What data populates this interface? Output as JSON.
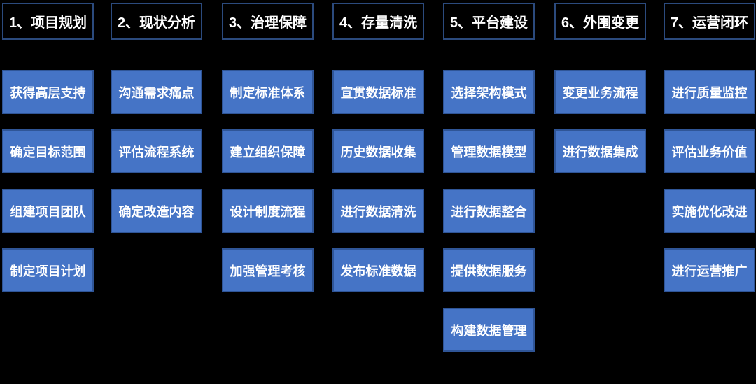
{
  "page": {
    "background": "#000000",
    "description": "Seven-phase data governance process diagram"
  },
  "colors": {
    "page_background": "#000000",
    "header_fill": "#000000",
    "header_border": "#2B4A7D",
    "item_fill": "#4574C6",
    "item_border": "#2F5597",
    "text_color": "#FFFFFF"
  },
  "columns": [
    {
      "header": "1、项目规划",
      "items": [
        "获得高层支持",
        "确定目标范围",
        "组建项目团队",
        "制定项目计划"
      ]
    },
    {
      "header": "2、现状分析",
      "items": [
        "沟通需求痛点",
        "评估流程系统",
        "确定改造内容"
      ]
    },
    {
      "header": "3、治理保障",
      "items": [
        "制定标准体系",
        "建立组织保障",
        "设计制度流程",
        "加强管理考核"
      ]
    },
    {
      "header": "4、存量清洗",
      "items": [
        "宣贯数据标准",
        "历史数据收集",
        "进行数据清洗",
        "发布标准数据"
      ]
    },
    {
      "header": "5、平台建设",
      "items": [
        "选择架构模式",
        "管理数据模型",
        "进行数据整合",
        "提供数据服务",
        "构建数据管理"
      ]
    },
    {
      "header": "6、外围变更",
      "items": [
        "变更业务流程",
        "进行数据集成"
      ]
    },
    {
      "header": "7、运营闭环",
      "items": [
        "进行质量监控",
        "评估业务价值",
        "实施优化改进",
        "进行运营推广"
      ]
    }
  ]
}
